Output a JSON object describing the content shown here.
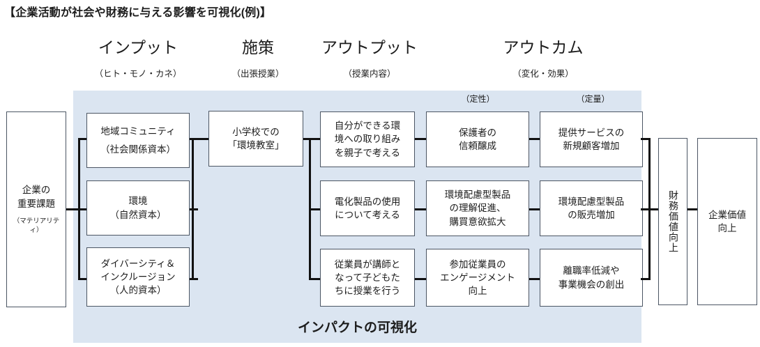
{
  "title": "【企業活動が社会や財務に与える影響を可視化(例)】",
  "panel": {
    "caption": "インパクトの可視化",
    "bg_color": "#dbe5f1"
  },
  "columns": [
    {
      "heading": "インプット",
      "sub": "（ヒト・モノ・カネ）"
    },
    {
      "heading": "施策",
      "sub": "（出張授業）"
    },
    {
      "heading": "アウトプット",
      "sub": "（授業内容）"
    },
    {
      "heading": "アウトカム",
      "sub": "（変化・効果）"
    }
  ],
  "outcome_sub_labels": [
    {
      "label": "（定性）"
    },
    {
      "label": "（定量）"
    }
  ],
  "materiality_box": {
    "line1": "企業の",
    "line2": "重要課題",
    "note": "（マテリアリティ）"
  },
  "inputs": [
    {
      "line1": "地域コミュニティ",
      "line2": "（社会関係資本）",
      "line3": ""
    },
    {
      "line1": "環境",
      "line2": "（自然資本）",
      "line3": ""
    },
    {
      "line1": "ダイバーシティ＆",
      "line2": "インクルージョン",
      "line3": "（人的資本）"
    }
  ],
  "measure": {
    "line1": "小学校での",
    "line2": "「環境教室」",
    "line3": ""
  },
  "outputs": [
    {
      "line1": "自分ができる環",
      "line2": "境への取り組み",
      "line3": "を親子で考える"
    },
    {
      "line1": "電化製品の使用",
      "line2": "について考える",
      "line3": ""
    },
    {
      "line1": "従業員が講師と",
      "line2": "なって子どもた",
      "line3": "ちに授業を行う"
    }
  ],
  "outcomes_qualitative": [
    {
      "line1": "保護者の",
      "line2": "信頼醸成",
      "line3": ""
    },
    {
      "line1": "環境配慮型製品",
      "line2": "の理解促進、",
      "line3": "購買意欲拡大"
    },
    {
      "line1": "参加従業員の",
      "line2": "エンゲージメント",
      "line3": "向上"
    }
  ],
  "outcomes_quantitative": [
    {
      "line1": "提供サービスの",
      "line2": "新規顧客増加",
      "line3": ""
    },
    {
      "line1": "環境配慮型製品",
      "line2": "の販売増加",
      "line3": ""
    },
    {
      "line1": "離職率低減や",
      "line2": "事業機会の創出",
      "line3": ""
    }
  ],
  "financial_box": {
    "text": "財務価値向上"
  },
  "corporate_box": {
    "line1": "企業価値",
    "line2": "向上"
  }
}
